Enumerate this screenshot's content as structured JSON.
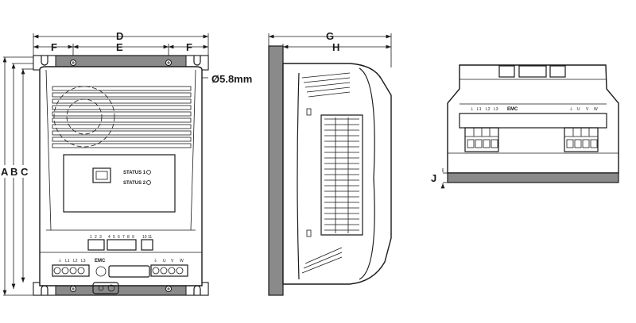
{
  "dimensions": {
    "A": "A",
    "B": "B",
    "C": "C",
    "D": "D",
    "E": "E",
    "F": "F",
    "G": "G",
    "H": "H",
    "J": "J",
    "hole": "Ø5.8mm"
  },
  "front_panel": {
    "status1": "STATUS 1",
    "status2": "STATUS 2"
  },
  "control_terminals": [
    "1",
    "2",
    "3",
    "4",
    "5",
    "6",
    "7",
    "8",
    "9",
    "10",
    "11"
  ],
  "power_labels": {
    "earth": "⏚",
    "L1": "L1",
    "L2": "L2",
    "L3": "L3",
    "emc": "EMC",
    "U": "U",
    "V": "V",
    "W": "W"
  },
  "colors": {
    "plate": "#8a8a8a",
    "line": "#1a1a1a"
  }
}
